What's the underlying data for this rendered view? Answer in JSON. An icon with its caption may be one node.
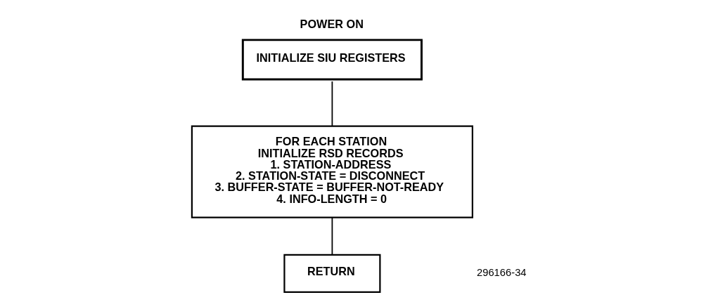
{
  "diagram": {
    "nodes": [
      {
        "text": [
          "POWER ON",
          "INITIALIZE SIU REGISTERS"
        ]
      },
      {
        "text": [
          "FOR EACH STATION",
          "INITIALIZE RSD RECORDS",
          "1. STATION-ADDRESS",
          "2. STATION-STATE = DISCONNECT",
          "3. BUFFER-STATE = BUFFER-NOT-READY",
          "4. INFO-LENGTH = 0"
        ]
      },
      {
        "text": [
          "RETURN"
        ]
      }
    ],
    "edges": [
      {
        "from": 0,
        "to": 1,
        "arrow": "none"
      },
      {
        "from": 1,
        "to": 2,
        "arrow": "none"
      }
    ],
    "labels": [
      "296166-34"
    ]
  }
}
